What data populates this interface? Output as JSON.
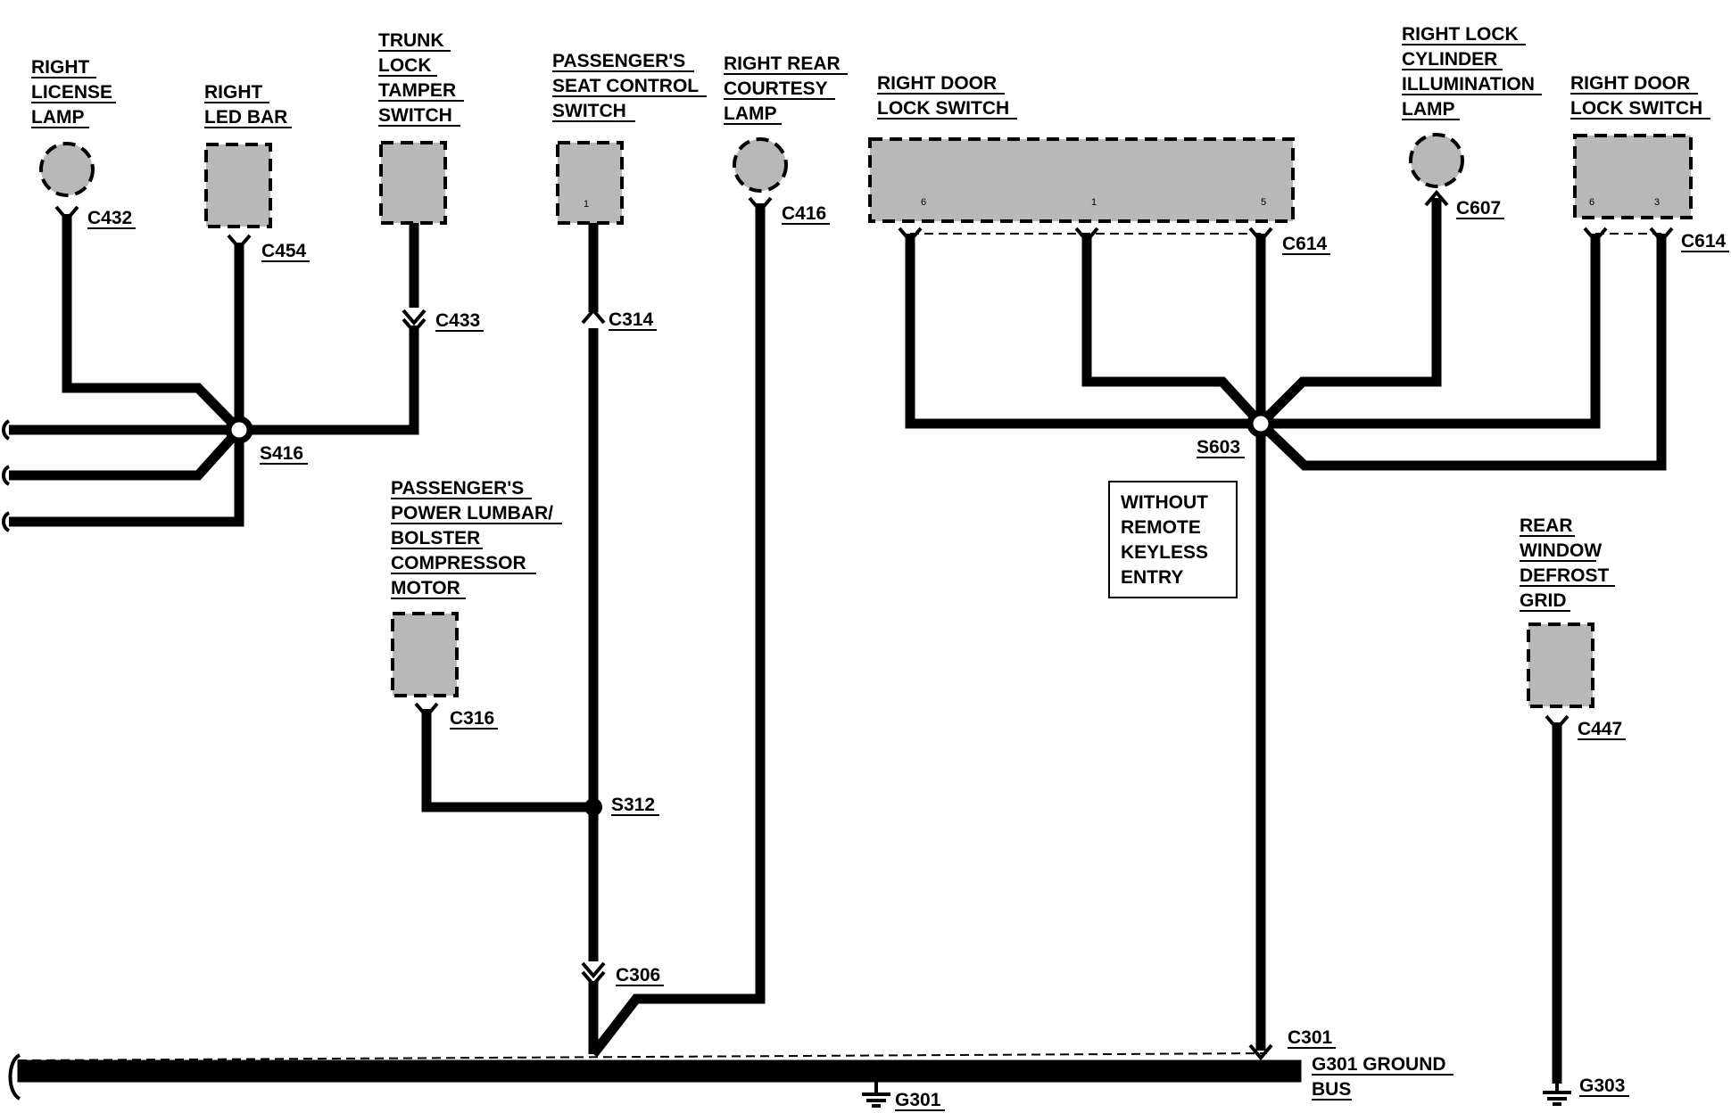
{
  "components": {
    "right_license_lamp": [
      "RIGHT",
      "LICENSE",
      "LAMP"
    ],
    "right_led_bar": [
      "RIGHT",
      "LED BAR"
    ],
    "trunk_lock_tamper_switch": [
      "TRUNK",
      "LOCK",
      "TAMPER",
      "SWITCH"
    ],
    "passengers_seat_control_switch": [
      "PASSENGER'S",
      "SEAT CONTROL",
      "SWITCH"
    ],
    "right_rear_courtesy_lamp": [
      "RIGHT REAR",
      "COURTESY",
      "LAMP"
    ],
    "right_door_lock_switch_1": [
      "RIGHT DOOR",
      "LOCK SWITCH"
    ],
    "right_lock_cylinder_illumination_lamp": [
      "RIGHT LOCK",
      "CYLINDER",
      "ILLUMINATION",
      "LAMP"
    ],
    "right_door_lock_switch_2": [
      "RIGHT DOOR",
      "LOCK SWITCH"
    ],
    "passengers_power_lumbar_motor": [
      "PASSENGER'S",
      "POWER LUMBAR/",
      "BOLSTER",
      "COMPRESSOR",
      "MOTOR"
    ],
    "rear_window_defrost_grid": [
      "REAR",
      "WINDOW",
      "DEFROST",
      "GRID"
    ]
  },
  "connectors": {
    "c432": "C432",
    "c454": "C454",
    "c433": "C433",
    "c314": "C314",
    "c416": "C416",
    "c614_a": "C614",
    "c614_b": "C614",
    "c607": "C607",
    "c316": "C316",
    "c306": "C306",
    "c301": "C301",
    "c447": "C447"
  },
  "splices": {
    "s416": "S416",
    "s603": "S603",
    "s312": "S312"
  },
  "grounds": {
    "g301": "G301",
    "g303": "G303",
    "g301_ground_bus": [
      "G301 GROUND",
      "BUS"
    ]
  },
  "pins": {
    "seat_switch_pin": "1",
    "door_lock_switch_1_pins": [
      "6",
      "1",
      "5"
    ],
    "door_lock_switch_2_pins": [
      "6",
      "3"
    ]
  },
  "note": [
    "WITHOUT",
    "REMOTE",
    "KEYLESS",
    "ENTRY"
  ]
}
